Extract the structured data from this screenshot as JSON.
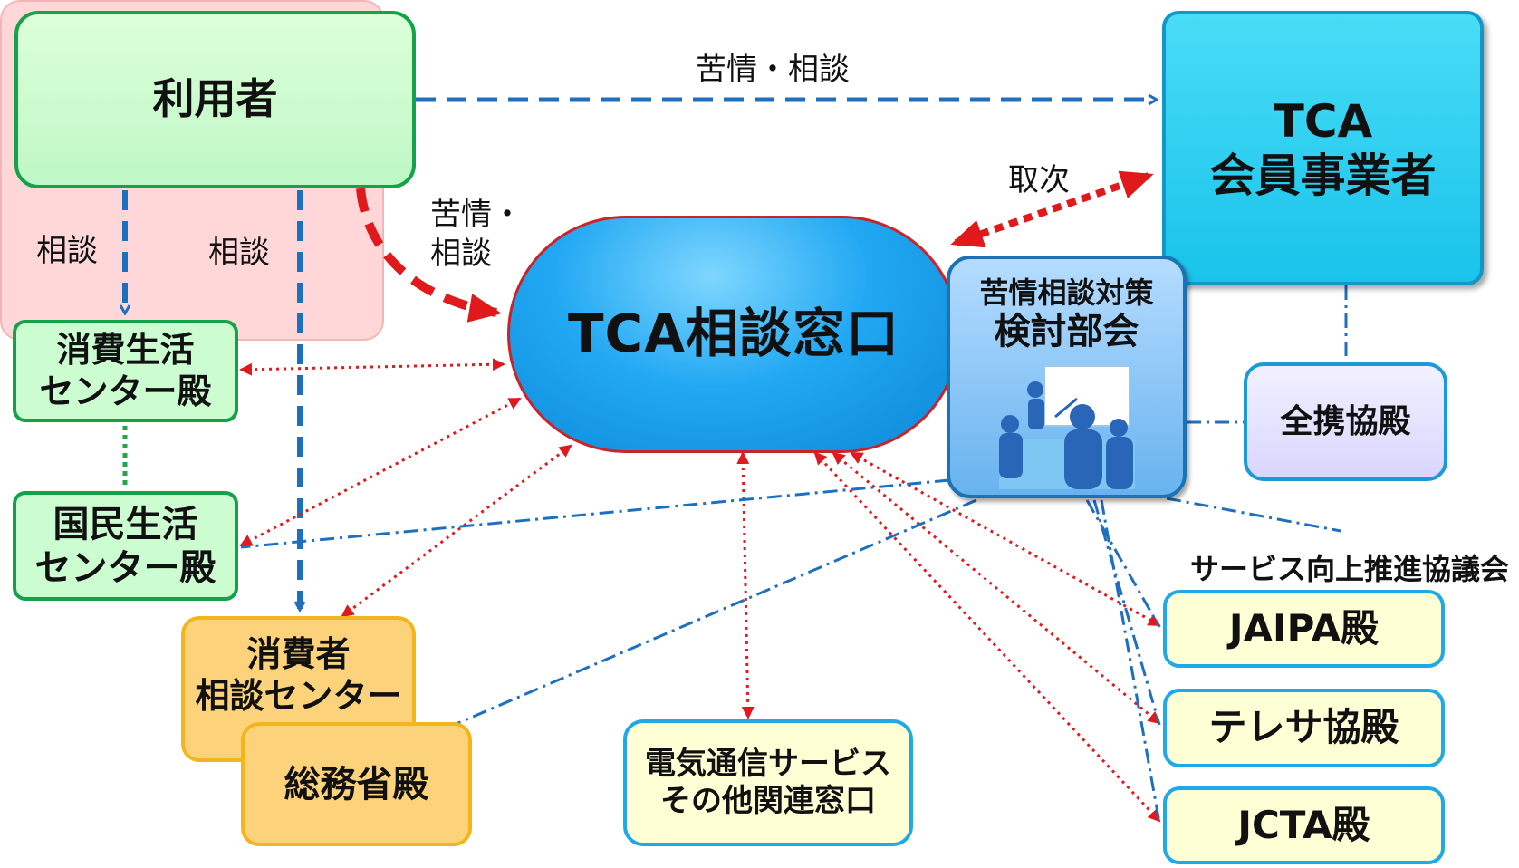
{
  "nodes": {
    "user": "利用者",
    "member": "TCA\n会員事業者",
    "tca_window": "TCA相談窓口",
    "kentou_line1": "苦情相談対策",
    "kentou_line2": "検討部会",
    "zenkei": "全携協殿",
    "shohi_center": "消費生活\nセンター殿",
    "kokumin_center": "国民生活\nセンター殿",
    "consumer_center": "消費者\n相談センター",
    "somu": "総務省殿",
    "denki": "電気通信サービス\nその他関連窓口",
    "council_title": "サービス向上推進協議会",
    "jaipa": "JAIPA殿",
    "telesa": "テレサ協殿",
    "jcta": "JCTA殿"
  },
  "edge_labels": {
    "complaint_top": "苦情・相談",
    "complaint_mid": "苦情・\n相談",
    "toritsugi": "取次",
    "sodan_left": "相談",
    "sodan_mid": "相談"
  },
  "colors": {
    "dash_blue": "#1f6fbf",
    "dot_red": "#e0191d",
    "dashdot_blue": "#1f6fbf",
    "dot_green": "#23a54b"
  },
  "icons": {
    "meeting": "meeting-illustration-icon"
  }
}
